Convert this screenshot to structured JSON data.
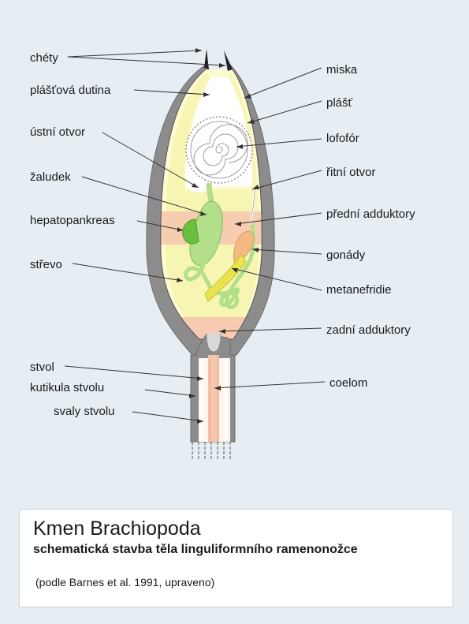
{
  "labels": {
    "chety": "chéty",
    "plastova_dutina": "plášťová dutina",
    "ustni_otvor": "ústní otvor",
    "zaludek": "žaludek",
    "hepatopankreas": "hepatopankreas",
    "strevo": "střevo",
    "stvol": "stvol",
    "kutikula_stvolu": "kutikula stvolu",
    "svaly_stvolu": "svaly stvolu",
    "miska": "miska",
    "plast": "plášť",
    "lofofor": "lofofór",
    "ritni_otvor": "řitní otvor",
    "predni_adduktory": "přední adduktory",
    "gonady": "gonády",
    "metanefridie": "metanefridie",
    "zadni_adduktory": "zadní adduktory",
    "coelom": "coelom"
  },
  "caption": {
    "title": "Kmen Brachiopoda",
    "subtitle": "schematická stavba těla linguliformního ramenonožce",
    "source": "(podle Barnes et al. 1991, upraveno)"
  },
  "colors": {
    "background": "#e6eef4",
    "shell": "#8c8c8c",
    "mantle": "#f1f099",
    "cavity": "#ffffff",
    "coelom": "#fffbd0",
    "muscle": "#f6c6ae",
    "gut": "#b3df8a",
    "hepatopancreas": "#6bbf3d",
    "nephridium": "#e9e34f",
    "gonad": "#f4b982"
  }
}
